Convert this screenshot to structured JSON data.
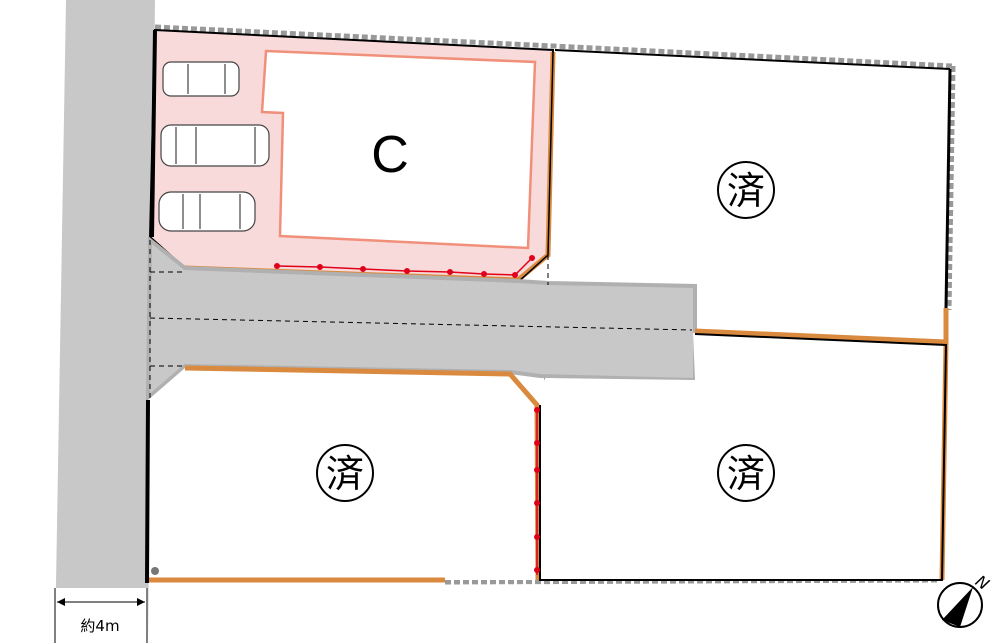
{
  "lots": [
    {
      "id": "C",
      "label": "C",
      "status": "available"
    },
    {
      "id": "top-right",
      "label": "済",
      "status": "sold"
    },
    {
      "id": "bottom-left",
      "label": "済",
      "status": "sold"
    },
    {
      "id": "bottom-right",
      "label": "済",
      "status": "sold"
    }
  ],
  "road": {
    "width_label": "約4m"
  },
  "compass": {
    "label": "N"
  },
  "colors": {
    "road": "#c8c8c8",
    "lot_c_fill": "#f9dada",
    "building_outline": "#f0907a",
    "fence": "#d98a3f",
    "marker": "#e0001a"
  }
}
